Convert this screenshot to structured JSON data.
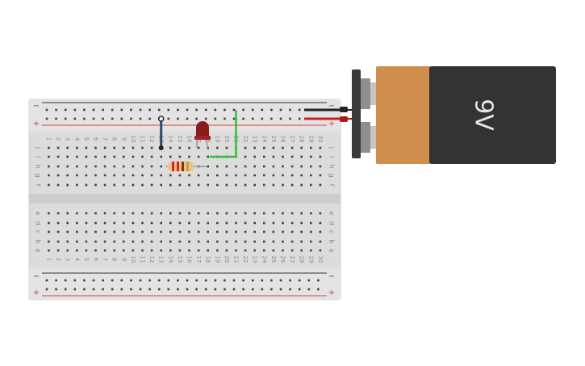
{
  "battery": {
    "label": "9V",
    "body_color": "#333333",
    "cap_color": "#d18d4e",
    "terminal_color": "#3a3a3a"
  },
  "breadboard": {
    "columns": [
      "1",
      "2",
      "3",
      "4",
      "5",
      "6",
      "7",
      "8",
      "9",
      "10",
      "11",
      "12",
      "13",
      "14",
      "15",
      "16",
      "17",
      "18",
      "19",
      "20",
      "21",
      "22",
      "23",
      "24",
      "25",
      "26",
      "27",
      "28",
      "29",
      "30"
    ],
    "rows_top": [
      "j",
      "i",
      "h",
      "g",
      "f"
    ],
    "rows_bottom": [
      "e",
      "d",
      "c",
      "b",
      "a"
    ],
    "rail_negative": "−",
    "rail_positive": "+",
    "board_color": "#dcdcdc",
    "hole_color": "#3f3f3f",
    "rail_red": "#d04040",
    "rail_dark": "#333333"
  },
  "components": {
    "led": {
      "name": "led",
      "color": "#8b1a1a"
    },
    "resistor": {
      "name": "resistor",
      "body_color": "#e8c48a",
      "bands": [
        "#e02020",
        "#e02020",
        "#7a3a10",
        "#c8a040"
      ]
    },
    "wire_jumper": {
      "color": "#2c4a6e"
    },
    "wire_green": {
      "color": "#33bb33"
    },
    "battery_lead_red": "#cc2222",
    "battery_lead_black": "#222222"
  }
}
